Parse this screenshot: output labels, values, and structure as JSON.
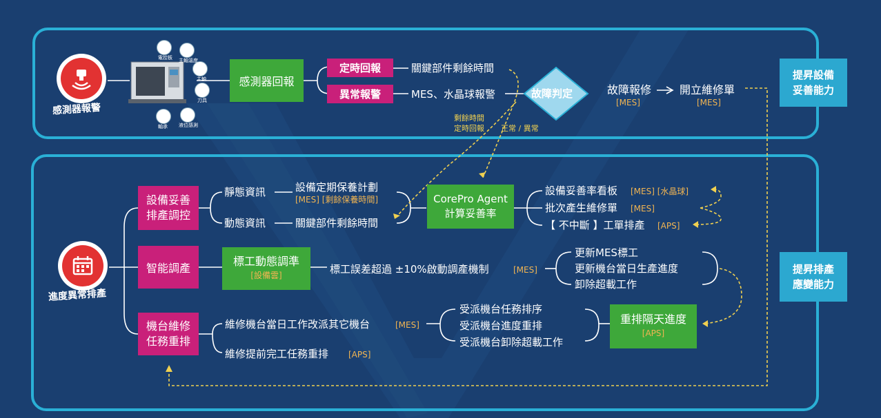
{
  "top": {
    "icon_label": "感測器報警",
    "machine_labels": [
      "電控板",
      "主軸溫度",
      "主軸",
      "刀具",
      "軸承",
      "液位感測"
    ],
    "sensor_box": "感測器回報",
    "timed_report": "定時回報",
    "abnormal_alarm": "異常報警",
    "timed_text": "關鍵部件剩餘時間",
    "abnormal_text": "MES、水晶球報警",
    "fault_judge": "故障判定",
    "fault_report": "故障報修",
    "fault_report_tag": "[MES]",
    "repair_order": "開立維修單",
    "repair_order_tag": "[MES]",
    "yellow_note_1": "剩餘時間",
    "yellow_note_2": "定時回報",
    "yellow_note_3": "正常 / 異常",
    "side_line1": "提昇設備",
    "side_line2": "妥善能力"
  },
  "bottom": {
    "icon_label": "進度異常排產",
    "box1_line1": "設備妥善",
    "box1_line2": "排產調控",
    "static_info": "靜態資訊",
    "dynamic_info": "動態資訊",
    "pm_plan": "設備定期保養計劃",
    "pm_plan_tag": "[MES] [剩餘保養時間]",
    "key_parts": "關鍵部件剩餘時間",
    "agent_line1": "CorePro Agent",
    "agent_line2": "計算妥善率",
    "out1": "設備妥善率看板",
    "out1_tag": "[MES] [水晶球]",
    "out2": "批次產生維修單",
    "out2_tag": "[MES]",
    "out3": "【 不中斷 】工單排產",
    "out3_tag": "[APS]",
    "box2": "智能調產",
    "std_box": "標工動態調準",
    "std_box_tag": "[設備雲]",
    "std_text": "標工誤差超過 ±10%啟動調產機制",
    "std_text_tag": "[MES]",
    "upd1": "更新MES標工",
    "upd2": "更新機台當日生產進度",
    "upd3": "卸除超載工作",
    "box3_line1": "機台維修",
    "box3_line2": "任務重排",
    "reassign": "維修機台當日工作改派其它機台",
    "reassign_tag": "[MES]",
    "early_done": "維修提前完工任務重排",
    "early_done_tag": "[APS]",
    "recv1": "受派機台任務排序",
    "recv2": "受派機台進度重排",
    "recv3": "受派機台卸除超載工作",
    "resched_line1": "重排隔天進度",
    "resched_tag": "[APS]",
    "side_line1": "提昇排產",
    "side_line2": "應變能力"
  },
  "colors": {
    "background": "#1a3f70",
    "panel_border": "#2ab0d6",
    "green": "#3ea83a",
    "pink": "#c9207a",
    "side": "#2ca8d0",
    "orange_tag": "#f2b552",
    "yellow_arrow": "#f0d050",
    "alert_red": "#e23232"
  }
}
